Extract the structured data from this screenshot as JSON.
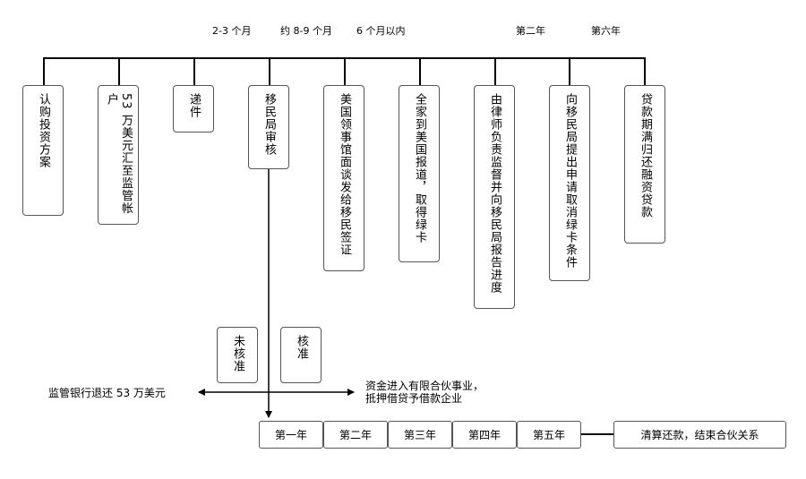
{
  "timeline_labels": [
    "2-3 个月",
    "约 8-9 个月",
    "6 个月以内",
    "第二年",
    "第六年"
  ],
  "steps": [
    "认购投资方案",
    "53 万美元汇至监管帐户",
    "递件",
    "移民局审核",
    "美国领事馆面谈发给移民签证",
    "全家到美国报道，取得绿卡",
    "由律师负责监督并向移民局报告进度",
    "向移民局提出申请取消绿卡条件",
    "贷款期满归还融资贷款"
  ],
  "decisions": {
    "rejected": "未核准",
    "approved": "核准"
  },
  "outcomes": {
    "rejected": "监管银行退还 53 万美元",
    "approved_line1": "资金进入有限合伙事业，",
    "approved_line2": "抵押借贷予借款企业"
  },
  "years": [
    "第一年",
    "第二年",
    "第三年",
    "第四年",
    "第五年"
  ],
  "final": "清算还款，结束合伙关系"
}
